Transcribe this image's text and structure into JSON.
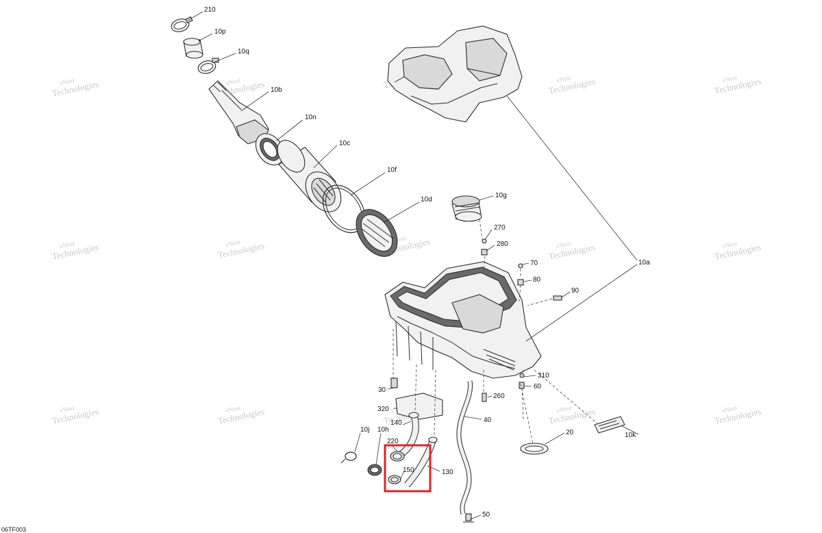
{
  "diagram": {
    "figure_code": "06TF003",
    "watermark": {
      "line1": "vNext",
      "line2": "Technologies"
    },
    "callouts": [
      {
        "id": "210"
      },
      {
        "id": "10p"
      },
      {
        "id": "10q"
      },
      {
        "id": "10b"
      },
      {
        "id": "10n"
      },
      {
        "id": "10c"
      },
      {
        "id": "10f"
      },
      {
        "id": "10d"
      },
      {
        "id": "10g"
      },
      {
        "id": "270"
      },
      {
        "id": "280"
      },
      {
        "id": "70"
      },
      {
        "id": "80"
      },
      {
        "id": "90"
      },
      {
        "id": "10a"
      },
      {
        "id": "310"
      },
      {
        "id": "60"
      },
      {
        "id": "260"
      },
      {
        "id": "40"
      },
      {
        "id": "20"
      },
      {
        "id": "10k"
      },
      {
        "id": "30"
      },
      {
        "id": "320"
      },
      {
        "id": "140"
      },
      {
        "id": "10j"
      },
      {
        "id": "10h"
      },
      {
        "id": "220"
      },
      {
        "id": "150"
      },
      {
        "id": "130"
      },
      {
        "id": "50"
      }
    ],
    "highlight": {
      "color": "#d9242b",
      "targets": [
        "150",
        "130"
      ]
    }
  }
}
